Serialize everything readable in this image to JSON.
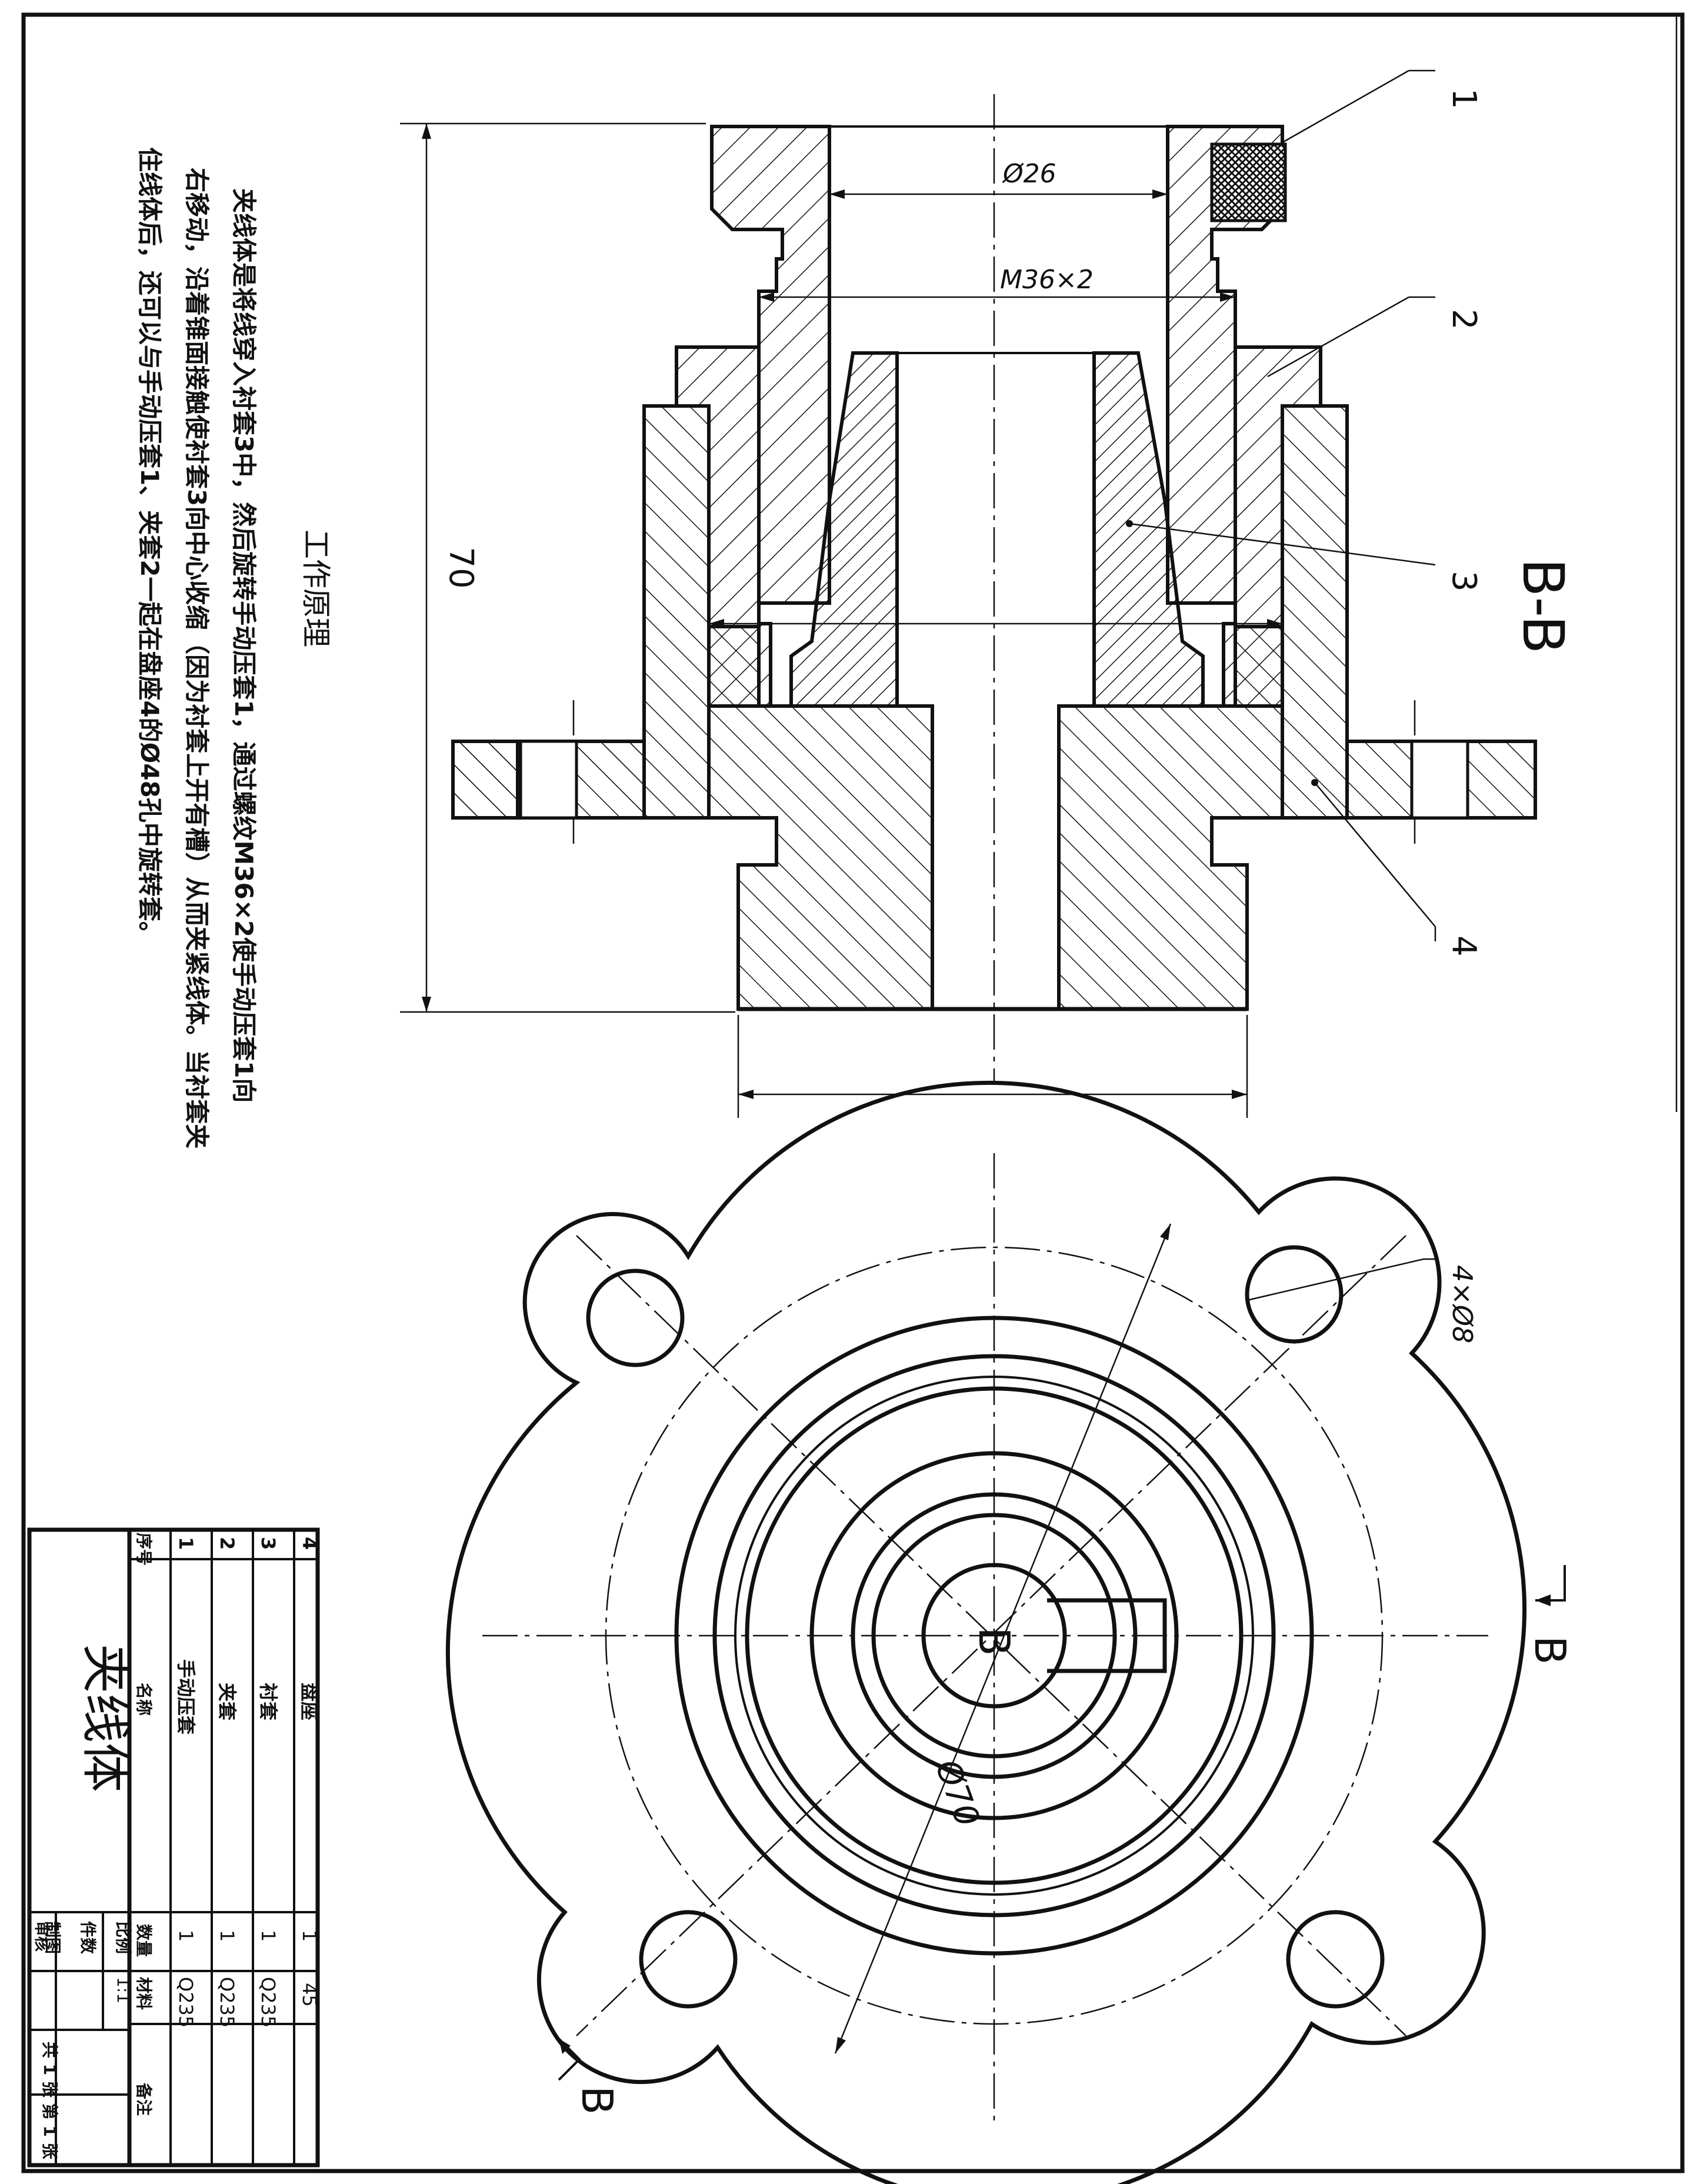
{
  "drawing": {
    "title": "夹线体",
    "section_label": "B-B",
    "cut_label": "B",
    "balloons": [
      "1",
      "2",
      "3",
      "4"
    ],
    "dimensions": {
      "bore": "Ø26",
      "thread": "M36×2",
      "height": "70",
      "pcd": "Ø70",
      "holes": "4×Ø8"
    }
  },
  "principle": {
    "heading": "工作原理",
    "lines": [
      "夹线体是将线穿入衬套3中，然后旋转手动压套1，通过螺纹M36×2使手动压套1向",
      "右移动，沿着锥面接触使衬套3向中心收缩（因为衬套上开有槽）从而夹紧线体。当衬套夹",
      "住线体后，还可以与手动压套1、夹套2一起在盘座4的Ø48孔中旋转套。"
    ]
  },
  "parts_table": {
    "headers": [
      "序号",
      "名称",
      "数量",
      "材料",
      "备注"
    ],
    "rows": [
      {
        "no": "4",
        "name": "盘座",
        "qty": "1",
        "mat": "45",
        "note": ""
      },
      {
        "no": "3",
        "name": "衬套",
        "qty": "1",
        "mat": "Q235",
        "note": ""
      },
      {
        "no": "2",
        "name": "夹套",
        "qty": "1",
        "mat": "Q235",
        "note": ""
      },
      {
        "no": "1",
        "name": "手动压套",
        "qty": "1",
        "mat": "Q235",
        "note": ""
      }
    ],
    "title_block": {
      "name": "夹线体",
      "scale_label": "比例",
      "scale_value": "1:1",
      "count_label": "件数",
      "drawn_label": "制图",
      "checked_label": "审核",
      "sheet_info": "共 1 张  第 1 张"
    }
  }
}
